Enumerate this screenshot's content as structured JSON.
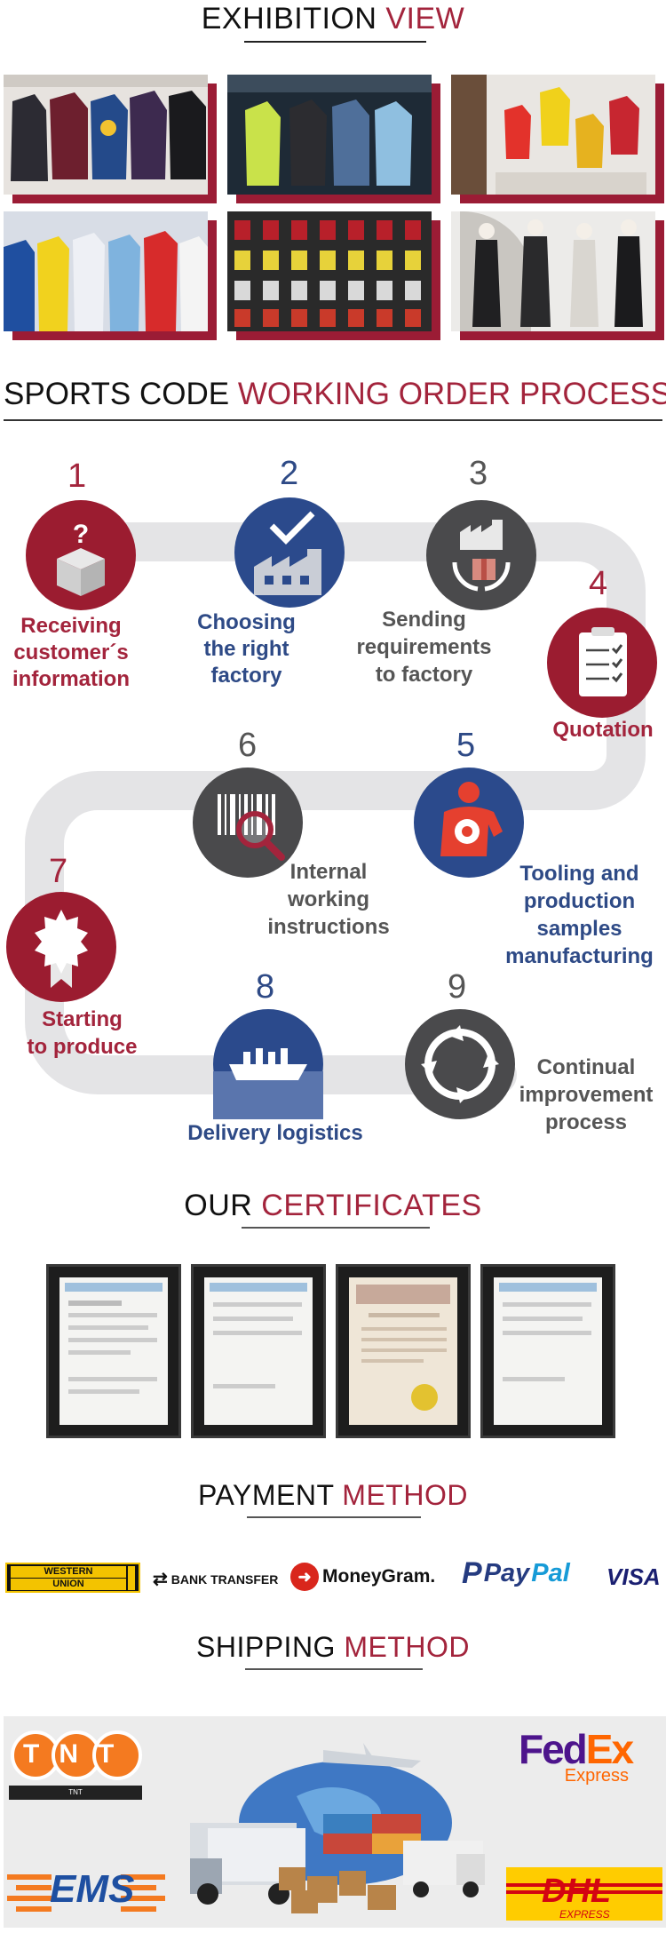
{
  "exhibition": {
    "title_main": "EXHIBITION",
    "title_accent": "VIEW"
  },
  "process": {
    "title_main": "SPORTS CODE",
    "title_accent": "WORKING ORDER PROCESS",
    "steps": [
      {
        "num": "1",
        "line1": "Receiving",
        "line2": "customer´s",
        "line3": "information"
      },
      {
        "num": "2",
        "line1": "Choosing",
        "line2": "the right",
        "line3": "factory"
      },
      {
        "num": "3",
        "line1": "Sending",
        "line2": "requirements",
        "line3": "to factory"
      },
      {
        "num": "4",
        "line1": "Quotation"
      },
      {
        "num": "5",
        "line1": "Tooling and",
        "line2": "production",
        "line3": "samples",
        "line4": "manufacturing"
      },
      {
        "num": "6",
        "line1": "Internal",
        "line2": "working",
        "line3": "instructions"
      },
      {
        "num": "7",
        "line1": "Starting",
        "line2": "to produce"
      },
      {
        "num": "8",
        "line1": "Delivery logistics"
      },
      {
        "num": "9",
        "line1": "Continual",
        "line2": "improvement",
        "line3": "process"
      }
    ]
  },
  "certificates": {
    "title_main": "OUR",
    "title_accent": "CERTIFICATES"
  },
  "payment": {
    "title_main": "PAYMENT",
    "title_accent": "METHOD",
    "logos": {
      "western_union_1": "WESTERN",
      "western_union_2": "UNION",
      "bank_transfer": "BANK TRANSFER",
      "moneygram": "MoneyGram.",
      "paypal_pay": "Pay",
      "paypal_pal": "Pal",
      "visa": "VISA"
    }
  },
  "shipping": {
    "title_main": "SHIPPING",
    "title_accent": "METHOD",
    "logos": {
      "tnt": "TNT",
      "tnt_small": "TNT",
      "fedex_fed": "Fed",
      "fedex_ex": "Ex",
      "fedex_express": "Express",
      "ems": "EMS",
      "dhl": "DHL",
      "dhl_express": "EXPRESS"
    }
  },
  "colors": {
    "accent": "#a3243c",
    "navy": "#2e4a86",
    "grey": "#555555"
  }
}
